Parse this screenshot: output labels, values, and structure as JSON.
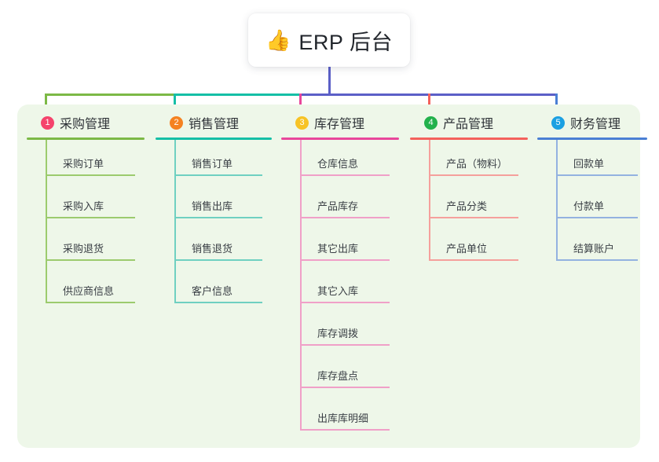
{
  "root": {
    "emoji": "👍",
    "emoji_name": "thumbs-up-icon",
    "title": "ERP 后台"
  },
  "colors": {
    "page_bg": "#ffffff",
    "panel_bg": "#eef7e9",
    "title_text": "#22262c",
    "green": "#7cb946",
    "teal": "#15bfa6",
    "pink": "#e8469b",
    "purple": "#5b5fc7",
    "red": "#f4615c",
    "blue": "#4a7fd4",
    "leaf_green": "#9ccb6e",
    "leaf_teal": "#6fd0c1",
    "leaf_pink": "#f0a0c8",
    "leaf_red": "#f5a09c",
    "leaf_blue": "#93b2e0",
    "badge_1": "#f5436c",
    "badge_2": "#f58220",
    "badge_3": "#f7c325",
    "badge_4": "#22b14c",
    "badge_5": "#1ba0e2"
  },
  "columns": [
    {
      "number": "1",
      "label": "采购管理",
      "badge_color": "#f5436c",
      "rule_color": "#7cb946",
      "leaf_color": "#9ccb6e",
      "items": [
        {
          "label": "采购订单"
        },
        {
          "label": "采购入库"
        },
        {
          "label": "采购退货"
        },
        {
          "label": "供应商信息"
        }
      ]
    },
    {
      "number": "2",
      "label": "销售管理",
      "badge_color": "#f58220",
      "rule_color": "#15bfa6",
      "leaf_color": "#6fd0c1",
      "items": [
        {
          "label": "销售订单"
        },
        {
          "label": "销售出库"
        },
        {
          "label": "销售退货"
        },
        {
          "label": "客户信息"
        }
      ]
    },
    {
      "number": "3",
      "label": "库存管理",
      "badge_color": "#f7c325",
      "rule_color": "#e8469b",
      "leaf_color": "#f0a0c8",
      "items": [
        {
          "label": "仓库信息"
        },
        {
          "label": "产品库存"
        },
        {
          "label": "其它出库"
        },
        {
          "label": "其它入库"
        },
        {
          "label": "库存调拨"
        },
        {
          "label": "库存盘点"
        },
        {
          "label": "出库库明细"
        }
      ]
    },
    {
      "number": "4",
      "label": "产品管理",
      "badge_color": "#22b14c",
      "rule_color": "#f4615c",
      "leaf_color": "#f5a09c",
      "items": [
        {
          "label": "产品（物料）"
        },
        {
          "label": "产品分类"
        },
        {
          "label": "产品单位"
        }
      ]
    },
    {
      "number": "5",
      "label": "财务管理",
      "badge_color": "#1ba0e2",
      "rule_color": "#4a7fd4",
      "leaf_color": "#93b2e0",
      "items": [
        {
          "label": "回款单"
        },
        {
          "label": "付款单"
        },
        {
          "label": "结算账户"
        }
      ]
    }
  ]
}
